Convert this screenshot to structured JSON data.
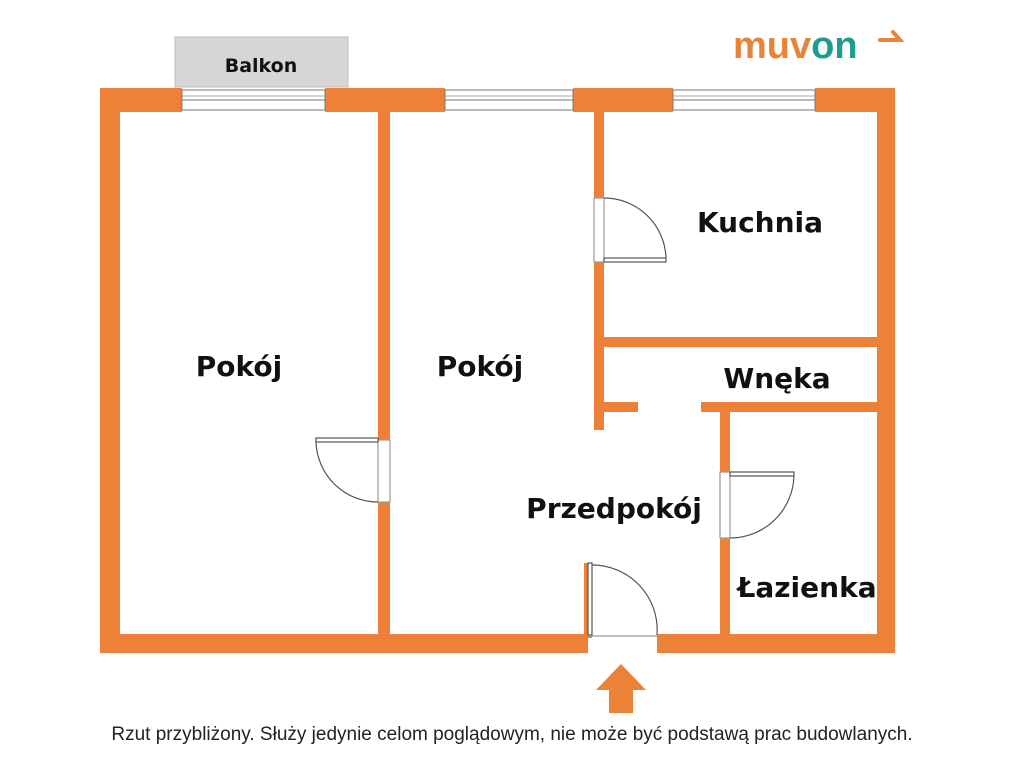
{
  "logo": {
    "text": "muvon",
    "color_main": "#e8833a",
    "color_accent": "#1f9b8f"
  },
  "colors": {
    "wall": "#ed8137",
    "balcony": "#d6d6d6",
    "door_line": "#555555",
    "arrow": "#ed8137"
  },
  "balcony": {
    "label": "Balkon"
  },
  "rooms": {
    "room_left": "Pokój",
    "room_middle": "Pokój",
    "kitchen": "Kuchnia",
    "alcove": "Wnęka",
    "hallway": "Przedpokój",
    "bathroom": "Łazienka"
  },
  "entrance": {
    "icon": "arrow-up-icon"
  },
  "disclaimer": "Rzut przybliżony. Służy jedynie celom poglądowym, nie może być podstawą prac budowlanych."
}
